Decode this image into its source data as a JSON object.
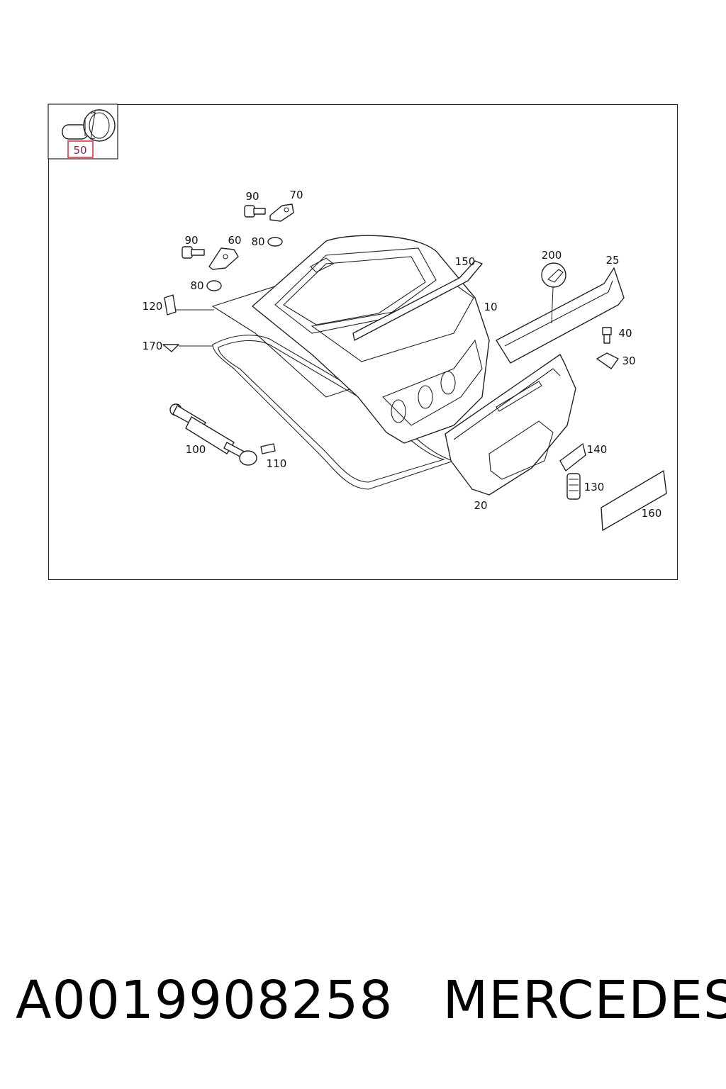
{
  "diagram": {
    "callout_highlighted": "50",
    "callouts": [
      "90",
      "70",
      "90",
      "60",
      "80",
      "80",
      "150",
      "200",
      "25",
      "10",
      "120",
      "170",
      "40",
      "30",
      "100",
      "110",
      "140",
      "130",
      "20",
      "160"
    ]
  },
  "caption": {
    "part_number": "A0019908258",
    "brand": "MERCEDES"
  },
  "colors": {
    "highlight_box": "#e0304a",
    "highlight_text": "#7a2a4a"
  }
}
